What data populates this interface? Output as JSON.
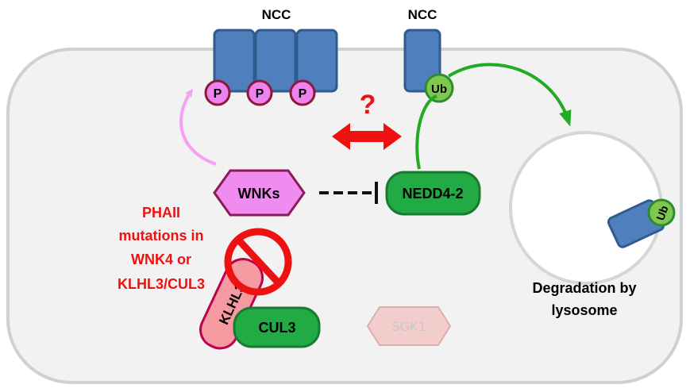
{
  "labels": {
    "ncc_left": "NCC",
    "ncc_right": "NCC",
    "phospho": "P",
    "ubiquitin": "Ub",
    "question": "?",
    "wnks": "WNKs",
    "nedd4": "NEDD4-2",
    "phaii_line1": "PHAII",
    "phaii_line2": "mutations in",
    "phaii_line3": "WNK4 or",
    "phaii_line4": "KLHL3/CUL3",
    "klhl3": "KLHL3",
    "cul3": "CUL3",
    "sgk1": "SGK1",
    "degradation_line1": "Degradation by",
    "degradation_line2": "lysosome"
  },
  "colors": {
    "cell_fill": "#f2f2f2",
    "cell_stroke": "#d0d0d0",
    "ncc_fill": "#4f7fbd",
    "ncc_stroke": "#2f5b8f",
    "phospho_fill": "#ee82ee",
    "phospho_stroke": "#8b1a3a",
    "ub_fill": "#7ec850",
    "ub_stroke": "#2e8b2e",
    "wnks_fill": "#f08cf0",
    "wnks_stroke": "#8b1a5a",
    "green_protein": "#22aa44",
    "green_stroke": "#1a7a30",
    "red": "#ee1111",
    "pink_arrow": "#f4a0f4",
    "klhl3_fill": "#f59aa0",
    "klhl3_stroke": "#c0004a",
    "sgk1_fill": "#f3cccc",
    "sgk1_stroke": "#d8b0b0",
    "sgk1_text": "#c8c8c8"
  },
  "icons": [
    "phosphorylation-icon",
    "ubiquitin-icon",
    "prohibition-icon",
    "double-arrow-icon",
    "inhibition-arrow-icon"
  ]
}
